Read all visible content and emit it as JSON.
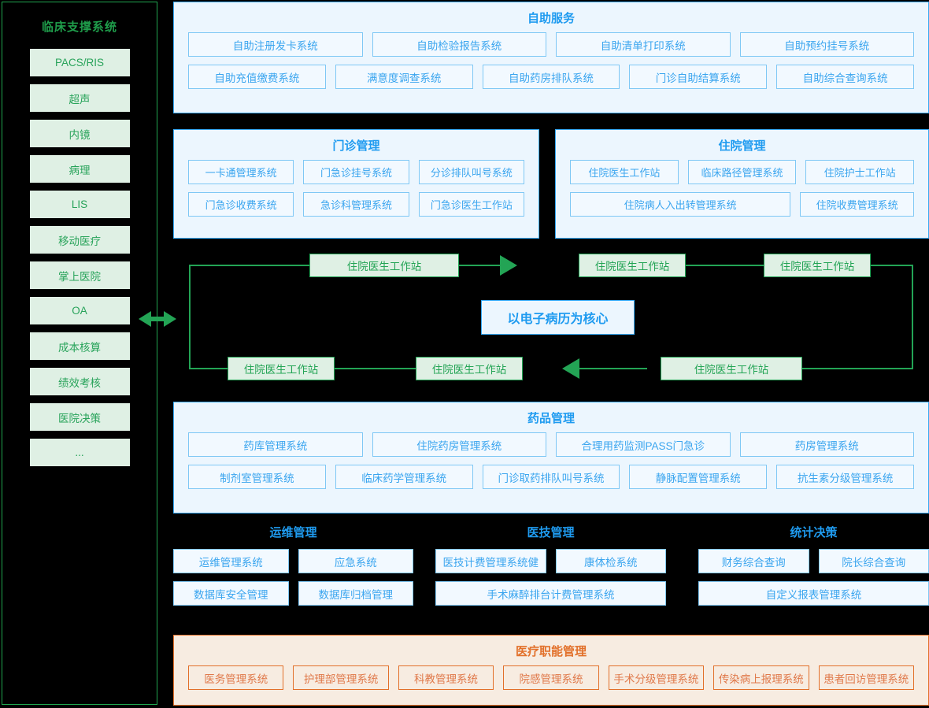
{
  "sidebar": {
    "title": "临床支撑系统",
    "items": [
      {
        "label": "PACS/RIS"
      },
      {
        "label": "超声"
      },
      {
        "label": "内镜"
      },
      {
        "label": "病理"
      },
      {
        "label": "LIS"
      },
      {
        "label": "移动医疗"
      },
      {
        "label": "掌上医院"
      },
      {
        "label": "OA"
      },
      {
        "label": "成本核算"
      },
      {
        "label": "绩效考核"
      },
      {
        "label": "医院决策"
      },
      {
        "label": "..."
      }
    ]
  },
  "self_service": {
    "title": "自助服务",
    "row1": [
      "自助注册发卡系统",
      "自助检验报告系统",
      "自助清单打印系统",
      "自助预约挂号系统"
    ],
    "row2": [
      "自助充值缴费系统",
      "满意度调查系统",
      "自助药房排队系统",
      "门诊自助结算系统",
      "自助综合查询系统"
    ]
  },
  "outpatient": {
    "title": "门诊管理",
    "row1": [
      "一卡通管理系统",
      "门急诊挂号系统",
      "分诊排队叫号系统"
    ],
    "row2": [
      "门急诊收费系统",
      "急诊科管理系统",
      "门急诊医生工作站"
    ]
  },
  "inpatient": {
    "title": "住院管理",
    "row1": [
      "住院医生工作站",
      "临床路径管理系统",
      "住院护士工作站"
    ],
    "row2": [
      "住院病人入出转管理系统",
      "住院收费管理系统"
    ]
  },
  "emr_flow": {
    "core_label": "以电子病历为核心",
    "nodes": [
      {
        "id": "top-left",
        "label": "住院医生工作站"
      },
      {
        "id": "top-right-a",
        "label": "住院医生工作站"
      },
      {
        "id": "top-right-b",
        "label": "住院医生工作站"
      },
      {
        "id": "bottom-left-a",
        "label": "住院医生工作站"
      },
      {
        "id": "bottom-left-b",
        "label": "住院医生工作站"
      },
      {
        "id": "bottom-right",
        "label": "住院医生工作站"
      }
    ],
    "accent_color": "#23a455"
  },
  "drug": {
    "title": "药品管理",
    "row1": [
      "药库管理系统",
      "住院药房管理系统",
      "合理用药监测PASS门急诊",
      "药房管理系统"
    ],
    "row2": [
      "制剂室管理系统",
      "临床药学管理系统",
      "门诊取药排队叫号系统",
      "静脉配置管理系统",
      "抗生素分级管理系统"
    ]
  },
  "operations": {
    "title": "运维管理",
    "row1": [
      "运维管理系统",
      "应急系统"
    ],
    "row2": [
      "数据库安全管理",
      "数据库归档管理"
    ]
  },
  "medtech": {
    "title": "医技管理",
    "row1": [
      "医技计费管理系统健",
      "康体检系统"
    ],
    "row2": [
      "手术麻醉排台计费管理系统"
    ]
  },
  "statistics": {
    "title": "统计决策",
    "row1": [
      "财务综合查询",
      "院长综合查询"
    ],
    "row2": [
      "自定义报表管理系统"
    ]
  },
  "functions": {
    "title": "医疗职能管理",
    "row1": [
      "医务管理系统",
      "护理部管理系统",
      "科教管理系统",
      "院感管理系统",
      "手术分级管理系统",
      "传染病上报理系统",
      "患者回访管理系统"
    ]
  },
  "colors": {
    "blue_accent": "#1f9bf0",
    "blue_border": "#36a9f4",
    "blue_panel_bg": "#ecf6fe",
    "green_accent": "#23a455",
    "green_box_bg": "#dff0e4",
    "orange_accent": "#e2702a",
    "orange_panel_bg": "#f7ece1",
    "background": "#000000"
  }
}
